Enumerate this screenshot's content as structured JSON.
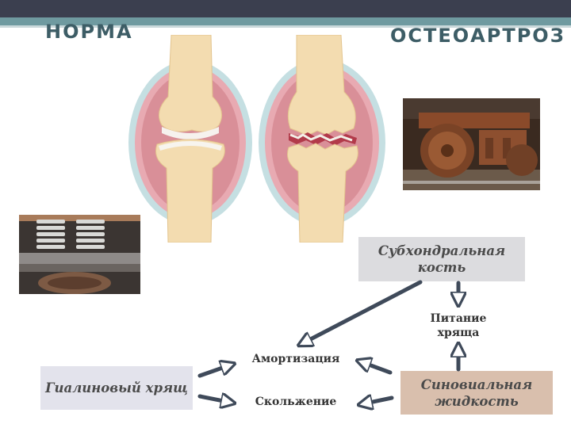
{
  "header": {
    "norm_title": "НОРМА",
    "oa_title": "ОСТЕОАРТРОЗ"
  },
  "diagram": {
    "subchondral_bone": "Субхондральная кость",
    "hyaline_cartilage": "Гиалиновый хрящ",
    "synovial_fluid": "Синовиальная жидкость",
    "amortization": "Амортизация",
    "sliding": "Скольжение",
    "cartilage_nutrition": "Питание хряща"
  },
  "colors": {
    "heading": "#3d5d66",
    "arrow": "#3f4a5a",
    "subchondral_box": "#dcdcdf",
    "hyaline_box": "#e3e3ec",
    "synovial_box": "#d9bfad"
  }
}
